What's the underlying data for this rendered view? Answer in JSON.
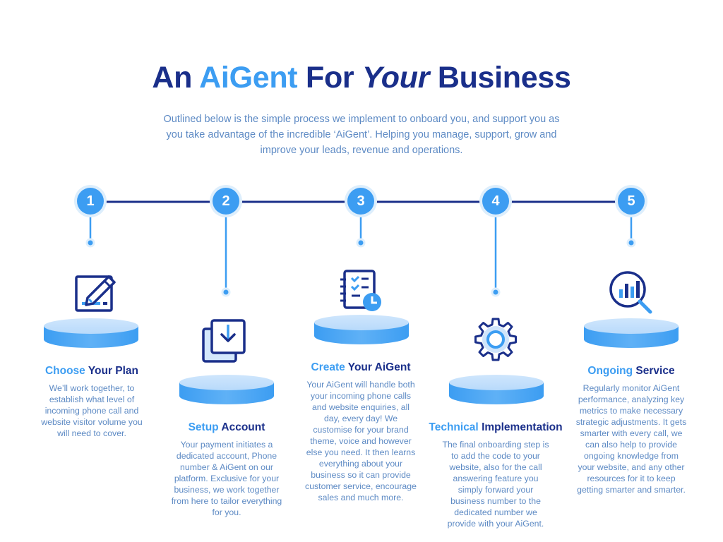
{
  "title": {
    "part1": "An",
    "accent": "AiGent",
    "part2": "For",
    "italic": "Your",
    "part3": "Business"
  },
  "subtitle": "Outlined below is the simple process we implement to onboard you, and support you as you take advantage of the incredible ‘AiGent’. Helping you manage, support, grow and improve your leads, revenue and operations.",
  "colors": {
    "navy": "#1a2f8a",
    "accent_blue": "#3c9df2",
    "body_text": "#5d8ac4"
  },
  "steps": [
    {
      "number": "1",
      "title_accent": "Choose",
      "title_rest": "Your Plan",
      "icon": "pencil-note-icon",
      "body": "We’ll work together, to establish what level of incoming phone call and website visitor volume you will need to cover."
    },
    {
      "number": "2",
      "title_accent": "Setup",
      "title_rest": "Account",
      "icon": "download-copy-icon",
      "body": "Your payment initiates a dedicated account, Phone number & AiGent on our platform. Exclusive for your business, we work together from here to tailor everything for you."
    },
    {
      "number": "3",
      "title_accent": "Create",
      "title_rest": "Your AiGent",
      "icon": "checklist-clock-icon",
      "body": "Your AiGent will handle both your incoming phone calls and website enquiries, all day, every day! We customise for your brand theme, voice and however else you need. It then learns everything about your business so it can provide customer service, encourage sales and much more."
    },
    {
      "number": "4",
      "title_accent": "Technical",
      "title_rest": "Implementation",
      "icon": "gear-icon",
      "body": "The final onboarding step is to add the code to your website, also for the call answering feature you simply forward your business number to the dedicated number we provide with your AiGent."
    },
    {
      "number": "5",
      "title_accent": "Ongoing",
      "title_rest": "Service",
      "icon": "analytics-magnifier-icon",
      "body": "Regularly monitor AiGent performance, analyzing key metrics to make necessary strategic adjustments. It gets smarter with every call, we can also help to provide ongoing  knowledge from your website, and any other resources for it to keep getting smarter and smarter."
    }
  ]
}
